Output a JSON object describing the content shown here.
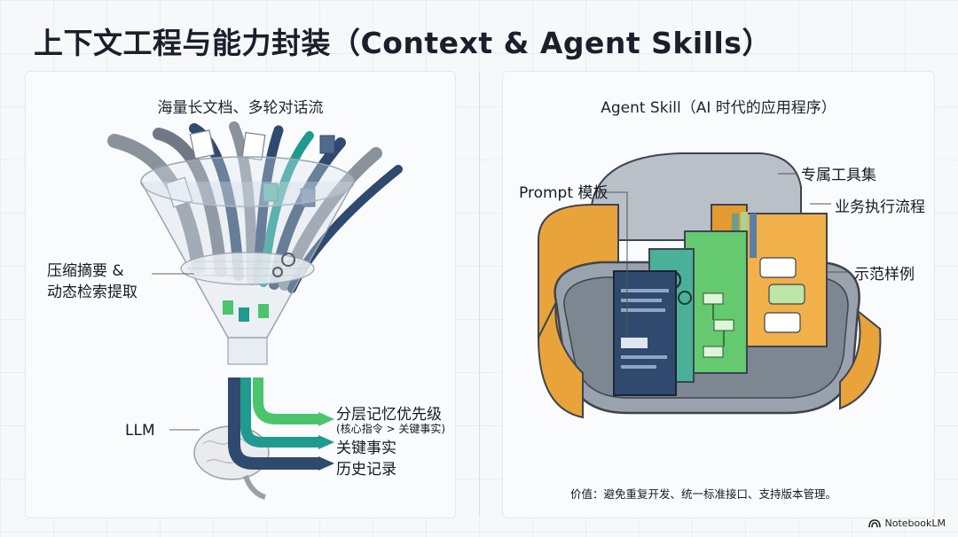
{
  "title": "上下文工程与能力封装（Context & Agent Skills）",
  "left_panel": {
    "heading": "海量长文档、多轮对话流",
    "compress_label_line1": "压缩摘要 &",
    "compress_label_line2": "动态检索提取",
    "llm_label": "LLM",
    "memory_priority_label": "分层记忆优先级",
    "memory_priority_note": "(核心指令 > 关键事实)",
    "key_facts_label": "关键事实",
    "history_label": "历史记录"
  },
  "right_panel": {
    "heading": "Agent Skill（AI 时代的应用程序）",
    "prompt_template_label": "Prompt 模板",
    "tools_label": "专属工具集",
    "workflow_label": "业务执行流程",
    "examples_label": "示范样例",
    "value_statement": "价值：避免重复开发、统一标准接口、支持版本管理。"
  },
  "brand": {
    "name": "NotebookLM",
    "icon": "notebooklm-logo-icon"
  },
  "colors": {
    "navy": "#2f4a6e",
    "teal": "#1f9a8f",
    "green": "#4cc46a",
    "gray_stream": "#7d8794",
    "capsule_orange": "#e8a33a",
    "capsule_gray": "#9aa3ad",
    "folder_orange": "#f1b04a"
  }
}
